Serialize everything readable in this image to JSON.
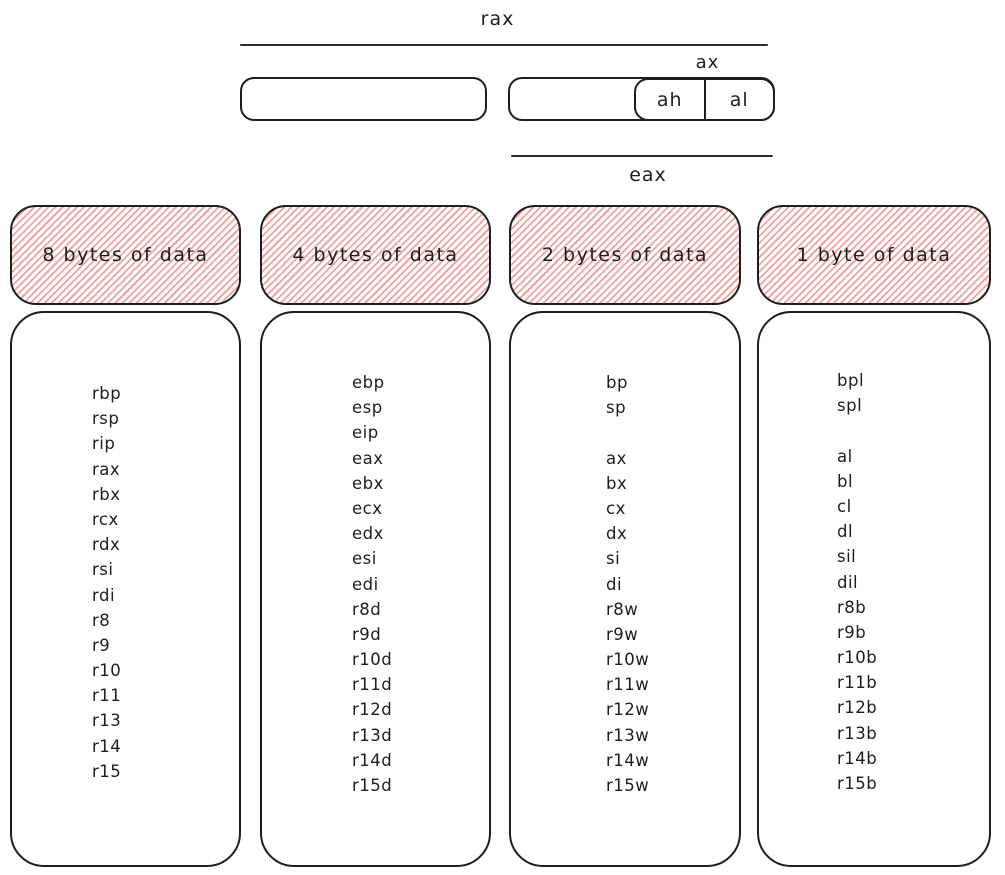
{
  "diagram": {
    "rax_label": "rax",
    "ax_label": "ax",
    "ah_label": "ah",
    "al_label": "al",
    "eax_label": "eax"
  },
  "colors": {
    "stroke": "#1e1e1e",
    "hatch_pink": "#f2a0a0",
    "background": "#ffffff"
  },
  "columns": [
    {
      "header": "8 bytes of data",
      "registers": [
        "rbp",
        "rsp",
        "rip",
        "rax",
        "rbx",
        "rcx",
        "rdx",
        "rsi",
        "rdi",
        "r8",
        "r9",
        "r10",
        "r11",
        "r13",
        "r14",
        "r15"
      ]
    },
    {
      "header": "4 bytes of data",
      "registers": [
        "ebp",
        "esp",
        "eip",
        "eax",
        "ebx",
        "ecx",
        "edx",
        "esi",
        "edi",
        "r8d",
        "r9d",
        "r10d",
        "r11d",
        "r12d",
        "r13d",
        "r14d",
        "r15d"
      ]
    },
    {
      "header": "2 bytes of data",
      "registers": [
        "bp",
        "sp",
        "",
        "ax",
        "bx",
        "cx",
        "dx",
        "si",
        "di",
        "r8w",
        "r9w",
        "r10w",
        "r11w",
        "r12w",
        "r13w",
        "r14w",
        "r15w"
      ]
    },
    {
      "header": "1 byte of data",
      "registers": [
        "bpl",
        "spl",
        "",
        "al",
        "bl",
        "cl",
        "dl",
        "sil",
        "dil",
        "r8b",
        "r9b",
        "r10b",
        "r11b",
        "r12b",
        "r13b",
        "r14b",
        "r15b"
      ]
    }
  ]
}
